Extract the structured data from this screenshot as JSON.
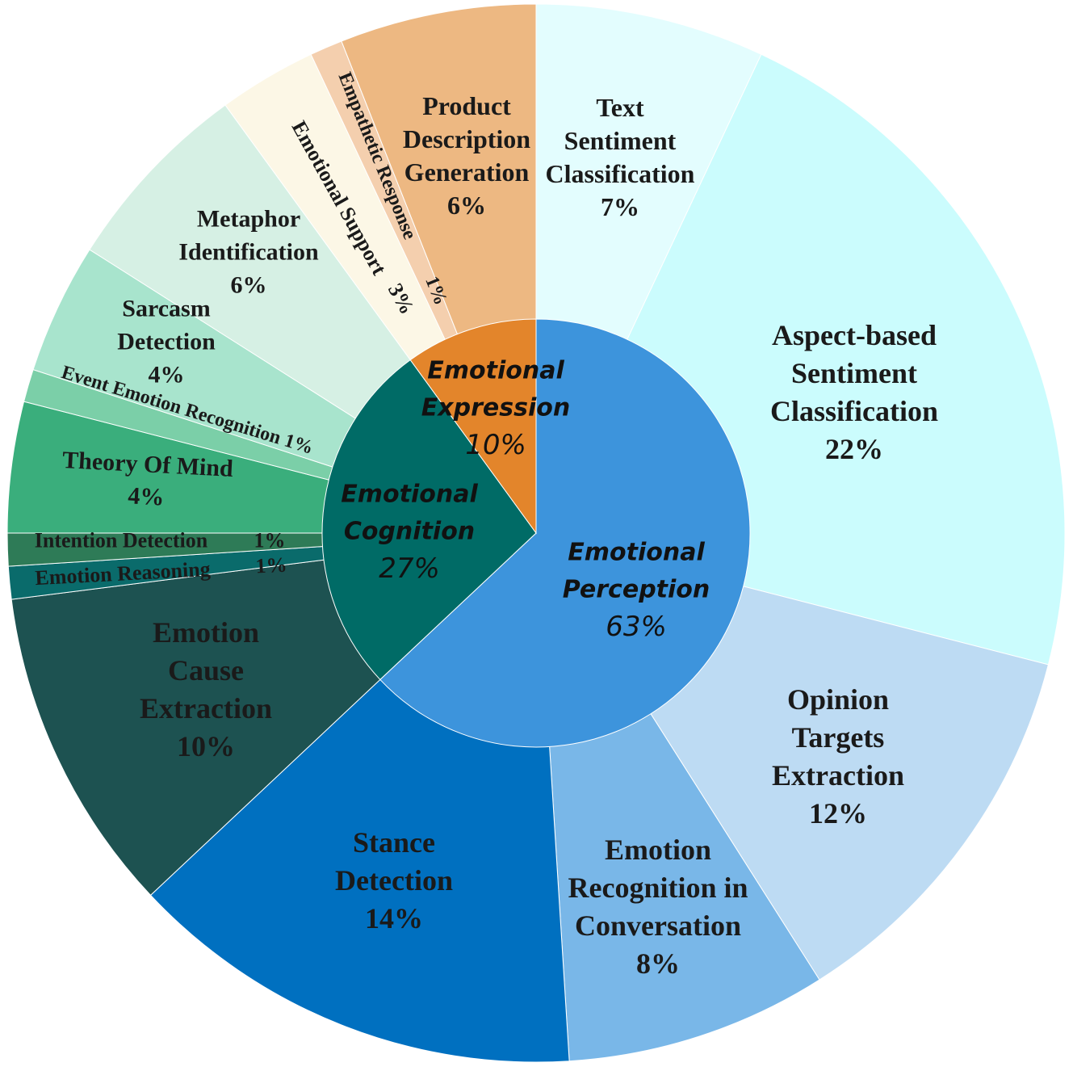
{
  "chart_data": {
    "type": "pie",
    "subtype": "sunburst",
    "start": "12 o'clock, clockwise",
    "inner_ring": [
      {
        "name": "Emotional Perception",
        "label_lines": [
          "Emotional",
          "Perception"
        ],
        "pct_label": "63%",
        "value": 63,
        "color": "#3d94dc"
      },
      {
        "name": "Emotional Cognition",
        "label_lines": [
          "Emotional",
          "Cognition"
        ],
        "pct_label": "27%",
        "value": 27,
        "color": "#006b66"
      },
      {
        "name": "Emotional Expression",
        "label_lines": [
          "Emotional",
          "Expression"
        ],
        "pct_label": "10%",
        "value": 10,
        "color": "#e3852b"
      }
    ],
    "outer_ring": [
      {
        "name": "Text Sentiment Classification",
        "label_lines": [
          "Text",
          "Sentiment",
          "Classification"
        ],
        "pct_label": "7%",
        "value": 7,
        "parent": "Emotional Perception",
        "color": "#e3fdfe"
      },
      {
        "name": "Aspect-based Sentiment Classification",
        "label_lines": [
          "Aspect-based",
          "Sentiment",
          "Classification"
        ],
        "pct_label": "22%",
        "value": 22,
        "parent": "Emotional Perception",
        "color": "#cbfcfd"
      },
      {
        "name": "Opinion Targets Extraction",
        "label_lines": [
          "Opinion",
          "Targets",
          "Extraction"
        ],
        "pct_label": "12%",
        "value": 12,
        "parent": "Emotional Perception",
        "color": "#bddbf3"
      },
      {
        "name": "Emotion Recognition in Conversation",
        "label_lines": [
          "Emotion",
          "Recognition in",
          "Conversation"
        ],
        "pct_label": "8%",
        "value": 8,
        "parent": "Emotional Perception",
        "color": "#79b7e8"
      },
      {
        "name": "Stance Detection",
        "label_lines": [
          "Stance",
          "Detection"
        ],
        "pct_label": "14%",
        "value": 14,
        "parent": "Emotional Perception",
        "color": "#0070c0"
      },
      {
        "name": "Emotion Cause Extraction",
        "label_lines": [
          "Emotion",
          "Cause",
          "Extraction"
        ],
        "pct_label": "10%",
        "value": 10,
        "parent": "Emotional Cognition",
        "color": "#1d5251"
      },
      {
        "name": "Emotion Reasoning",
        "label_lines": [
          "Emotion Reasoning"
        ],
        "pct_label": "1%",
        "value": 1,
        "parent": "Emotional Cognition",
        "color": "#0a6b6b"
      },
      {
        "name": "Intention Detection",
        "label_lines": [
          "Intention Detection"
        ],
        "pct_label": "1%",
        "value": 1,
        "parent": "Emotional Cognition",
        "color": "#2e7b57"
      },
      {
        "name": "Theory Of Mind",
        "label_lines": [
          "Theory Of Mind"
        ],
        "pct_label": "4%",
        "value": 4,
        "parent": "Emotional Cognition",
        "color": "#3aae7c"
      },
      {
        "name": "Event Emotion Recognition",
        "label_lines": [
          "Event Emotion Recognition"
        ],
        "pct_label": "1%",
        "value": 1,
        "parent": "Emotional Cognition",
        "color": "#7bcfa8"
      },
      {
        "name": "Sarcasm Detection",
        "label_lines": [
          "Sarcasm",
          "Detection"
        ],
        "pct_label": "4%",
        "value": 4,
        "parent": "Emotional Cognition",
        "color": "#a8e4cd"
      },
      {
        "name": "Metaphor Identification",
        "label_lines": [
          "Metaphor",
          "Identification"
        ],
        "pct_label": "6%",
        "value": 6,
        "parent": "Emotional Cognition",
        "color": "#d6f0e4"
      },
      {
        "name": "Emotional Support",
        "label_lines": [
          "Emotional Support"
        ],
        "pct_label": "3%",
        "value": 3,
        "parent": "Emotional Expression",
        "color": "#fcf7e6"
      },
      {
        "name": "Empathetic Response",
        "label_lines": [
          "Empathetic Response"
        ],
        "pct_label": "1%",
        "value": 1,
        "parent": "Emotional Expression",
        "color": "#f4cfae"
      },
      {
        "name": "Product Description Generation",
        "label_lines": [
          "Product",
          "Description",
          "Generation"
        ],
        "pct_label": "6%",
        "value": 6,
        "parent": "Emotional Expression",
        "color": "#edb882"
      }
    ]
  }
}
